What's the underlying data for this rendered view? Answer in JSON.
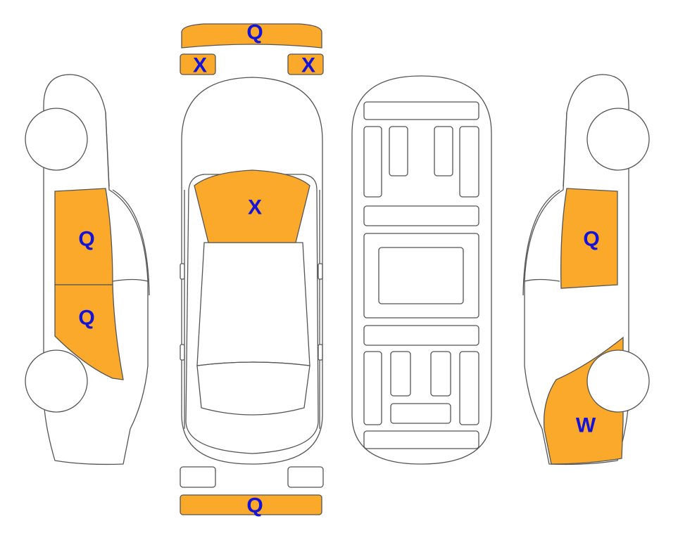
{
  "colors": {
    "damage": "#FAA92A",
    "label": "#1414D8",
    "outline": "#555555"
  },
  "parts": {
    "front_bumper": "Q",
    "front_left_light": "X",
    "front_right_light": "X",
    "windshield": "X",
    "left_front_door": "Q",
    "left_rear_door": "Q",
    "right_front_door": "Q",
    "right_rear_quarter": "W",
    "rear_bumper": "Q"
  }
}
